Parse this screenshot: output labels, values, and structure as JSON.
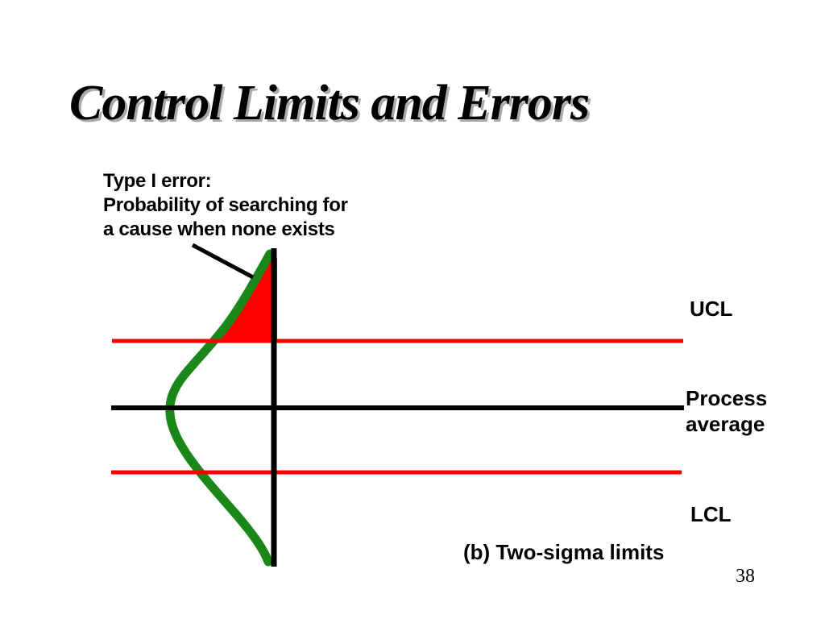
{
  "slide": {
    "title": "Control Limits and Errors",
    "page_number": "38"
  },
  "annotation": {
    "lines": [
      "Type I error:",
      "Probability of searching for",
      "a cause when none exists"
    ]
  },
  "diagram": {
    "labels": {
      "ucl": "UCL",
      "process_average_line1": "Process",
      "process_average_line2": "average",
      "lcl": "LCL",
      "caption": "(b) Two-sigma limits"
    },
    "colors": {
      "control_limit_red": "#fa0000",
      "error_region_red": "#fa0000",
      "distribution_green": "#1b871b",
      "axis_black": "#000000"
    }
  }
}
